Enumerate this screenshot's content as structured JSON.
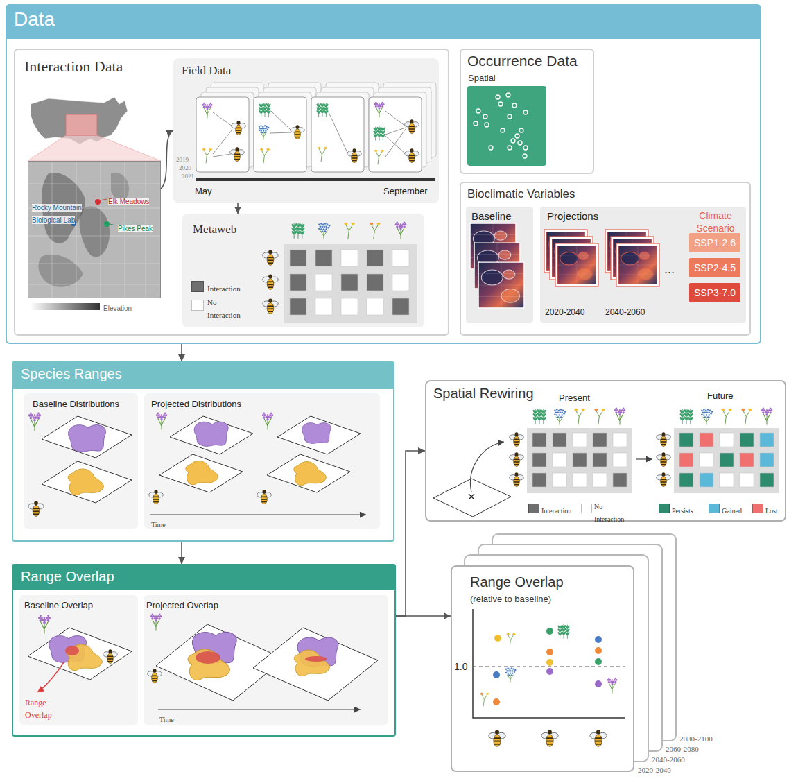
{
  "diagram": {
    "nodes": [
      {
        "text": [
          "Data"
        ]
      },
      {
        "text": [
          "Interaction Data"
        ],
        "in": 0
      },
      {
        "text": [
          "Rocky Mountain Biological Lab",
          "Elk Meadows",
          "Pikes Peak",
          "Elevation"
        ],
        "in": 1
      },
      {
        "text": [
          "Field Data"
        ],
        "in": 1
      },
      {
        "text": [
          "Metaweb"
        ],
        "in": 1
      },
      {
        "text": [
          "Occurrence Data",
          "Spatial"
        ],
        "in": 0
      },
      {
        "text": [
          "Bioclimatic Variables"
        ],
        "in": 0
      },
      {
        "text": [
          "Baseline"
        ],
        "in": 6
      },
      {
        "text": [
          "Projections"
        ],
        "in": 6
      },
      {
        "text": [
          "Climate Scenario"
        ],
        "in": 8
      },
      {
        "text": [
          "SSP1-2.6"
        ],
        "in": 9
      },
      {
        "text": [
          "SSP2-4.5"
        ],
        "in": 9
      },
      {
        "text": [
          "SSP3-7.0"
        ],
        "in": 9
      },
      {
        "text": [
          "Species Ranges"
        ]
      },
      {
        "text": [
          "Baseline Distributions"
        ],
        "in": 13
      },
      {
        "text": [
          "Projected Distributions"
        ],
        "in": 13
      },
      {
        "text": [
          "Range Overlap"
        ]
      },
      {
        "text": [
          "Baseline Overlap"
        ],
        "in": 16
      },
      {
        "text": [
          "Projected Overlap"
        ],
        "in": 16
      },
      {
        "text": [
          "Spatial Rewiring"
        ]
      },
      {
        "text": [
          "Range Overlap",
          "(relative to baseline)"
        ]
      }
    ],
    "edges": [
      {
        "from": 2,
        "to": 3,
        "arrow": "to"
      },
      {
        "from": 3,
        "to": 4,
        "arrow": "to"
      },
      {
        "from": 0,
        "to": 13,
        "arrow": "to"
      },
      {
        "from": 13,
        "to": 16,
        "arrow": "to"
      },
      {
        "from": 16,
        "to": 19,
        "arrow": "to"
      },
      {
        "from": 16,
        "to": 20,
        "arrow": "to"
      }
    ],
    "labels": [
      "2019",
      "2020",
      "2021",
      "May",
      "September",
      "...",
      "2020-2040",
      "2040-2060",
      "Time",
      "Range Overlap",
      "Time",
      "Present",
      "Future",
      "1.0",
      "2080-2100",
      "2060-2080",
      "2040-2060",
      "2020-2040"
    ],
    "legend": [
      {
        "text": "Interaction",
        "color": "#6e6e6e"
      },
      {
        "text": "No Interaction",
        "color": "#ffffff"
      },
      {
        "text": "Interaction",
        "color": "#6e6e6e"
      },
      {
        "text": "No Interaction",
        "color": "#ffffff"
      },
      {
        "text": "Persists",
        "color": "#2e8b6e"
      },
      {
        "text": "Gained",
        "color": "#5bb8d8"
      },
      {
        "text": "Lost",
        "color": "#f07070"
      }
    ]
  }
}
